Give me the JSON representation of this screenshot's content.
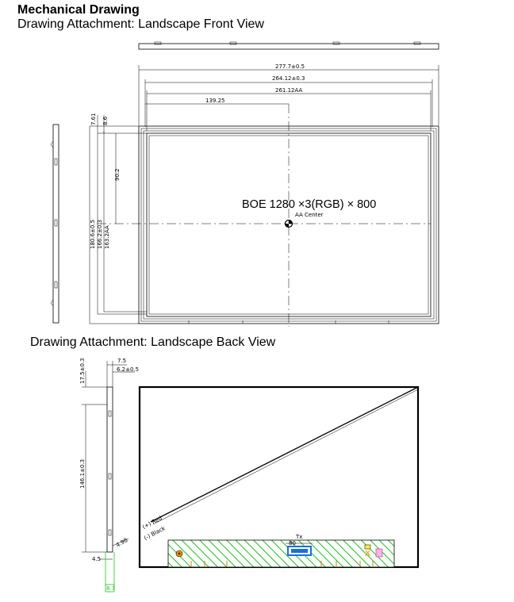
{
  "header": {
    "title": "Mechanical Drawing",
    "front_caption": "Drawing Attachment:  Landscape Front View",
    "back_caption": "Drawing Attachment:  Landscape Back View"
  },
  "front_view": {
    "panel_label": "BOE 1280 ×3(RGB) × 800",
    "center_label": "AA Center",
    "dims": {
      "width_outer": "277.7±0.5",
      "width_bezel": "264.12±0.3",
      "width_aa": "261.12AA",
      "half_width": "139.25",
      "top_offset_1": "7.61",
      "top_offset_2": "8.6",
      "half_height": "90.2",
      "height_outer": "180.6±0.5",
      "height_bezel": "166.2±0.3",
      "height_aa": "163.2AA"
    }
  },
  "back_view": {
    "dims": {
      "top_h": "17.5±0.3",
      "side_t1": "7.5",
      "side_t2": "6.2±0.5",
      "height": "146.1±0.3",
      "bottom_1": "4.5",
      "bottom_2": "4.98",
      "bottom_3": "8.7"
    },
    "wire_red": "(+) Red",
    "wire_black": "(-) Black",
    "connector_num": "80",
    "connector_label": "Tx"
  },
  "colors": {
    "hatch": "#22bb22",
    "connector": "#1a6fd8",
    "highlight": "#1ec41e"
  }
}
